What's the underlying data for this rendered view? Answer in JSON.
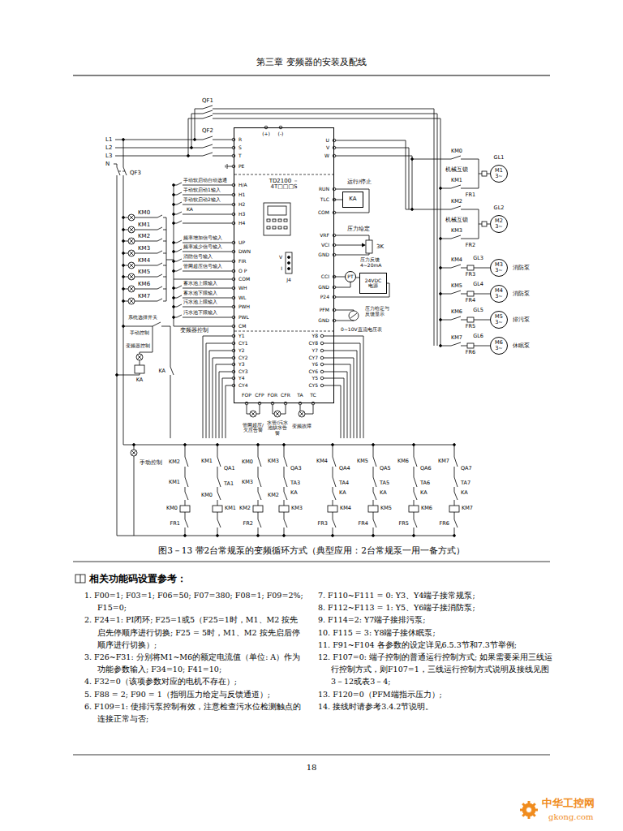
{
  "diagram": {
    "title": "第三章 变频器的安装及配线",
    "caption": "图3－13 带2台常规泵的变频循环方式（典型应用：2台常规泵一用一备方式）",
    "nodes": [
      {
        "text": [
          "TD2100 －4T□□□S"
        ]
      },
      {
        "text": [
          "KA"
        ]
      },
      {
        "text": [
          "PT"
        ]
      },
      {
        "text": [
          "24VDC 电源"
        ]
      },
      {
        "text": [
          "M1 3~"
        ]
      },
      {
        "text": [
          "M2 3~"
        ]
      },
      {
        "text": [
          "M3 3~"
        ]
      },
      {
        "text": [
          "M4 3~"
        ]
      },
      {
        "text": [
          "M5 3~"
        ]
      },
      {
        "text": [
          "M6 3~"
        ]
      }
    ],
    "edges": [
      {
        "from": 0,
        "to": 1,
        "arrow": "none"
      },
      {
        "from": 0,
        "to": 2,
        "arrow": "none"
      },
      {
        "from": 2,
        "to": 3,
        "arrow": "none"
      }
    ],
    "labels": [
      "QF1",
      "QF2",
      "L1",
      "L2",
      "L3",
      "N",
      "QF3",
      "(+)",
      "(-)",
      "R",
      "S",
      "T",
      "PE",
      "H/A",
      "H1",
      "H2",
      "H3",
      "H4",
      "UP",
      "DWN",
      "FIR",
      "O P",
      "COM",
      "WH",
      "WL",
      "PWH",
      "PWL",
      "CM",
      "U",
      "V",
      "W",
      "RUN",
      "TLC",
      "COM",
      "VRF",
      "VCI",
      "GND",
      "CCI",
      "GND",
      "P24",
      "PFM",
      "GND",
      "V",
      "I",
      "J4",
      "Y1",
      "CY1",
      "Y2",
      "CY2",
      "Y3",
      "CY3",
      "Y4",
      "CY4",
      "Y8",
      "CY8",
      "Y7",
      "CY7",
      "Y6",
      "CY6",
      "Y5",
      "CY5",
      "FOP",
      "CFP",
      "FOR",
      "CFR",
      "TA",
      "TC",
      "手动软启动自动选通",
      "手动软启动1输入",
      "手动软启动2输入",
      "KA",
      "频率增加信号输入",
      "频率减少信号输入",
      "消防信号输入",
      "管网超压信号输入",
      "蓄水池上限输入",
      "蓄水池下限输入",
      "污水池上限输入",
      "污水池下限输入",
      "KM0",
      "KM1",
      "KM2",
      "KM3",
      "KM4",
      "KM5",
      "KM6",
      "KM7",
      "系统选择开关",
      "手动控制",
      "变频器控制",
      "变频器控制",
      "KA",
      "KA",
      "运行/停止",
      "压力给定",
      "3K",
      "压力反馈 4~20mA",
      "压力给定与反馈显示",
      "0~10V直流电压表",
      "管网超压/欠压告警",
      "水管/污水池缺水告警",
      "变频故障",
      "KM0",
      "机械互锁",
      "KM1",
      "GL1",
      "FR1",
      "KM2",
      "机械互锁",
      "KM3",
      "GL2",
      "FR2",
      "KM4",
      "GL3",
      "FR3",
      "消防泵",
      "KM5",
      "GL4",
      "FR4",
      "消防泵",
      "KM6",
      "GL5",
      "FR5",
      "排污泵",
      "KM7",
      "GL6",
      "FR6",
      "休眠泵",
      "手动控制",
      "KM2",
      "KM1",
      "KM0",
      "FR1",
      "KM1",
      "QA1",
      "TA1",
      "KM0",
      "KM1",
      "KM0",
      "KM3",
      "KM2",
      "FR2",
      "KM3",
      "QA3",
      "TA3",
      "KA",
      "KM2",
      "KM3",
      "KM4",
      "QA4",
      "TA4",
      "KA",
      "KM4",
      "FR3",
      "KM5",
      "QA5",
      "TA5",
      "KA",
      "KM5",
      "FR4",
      "KM6",
      "QA6",
      "TA6",
      "KA",
      "KM6",
      "FR5",
      "KM7",
      "QA7",
      "TA7",
      "KA",
      "KM7",
      "FR6",
      "相关功能码设置参考：",
      "1. F00=1; F03=1; F06=50; F07=380; F08=1; F09=2%; F15=0;",
      "2. F24=1: PI闭环; F25=1或5（F25=1时，M1、M2 按先启先停顺序进行切换; F25 = 5时，M1、M2 按先启后停顺序进行切换）;",
      "3. F26~F31: 分别将M1~M6的额定电流值（单位: A）作为功能参数输入; F34=10; F41=10;",
      "4. F32=0（该项参数对应的电机不存在）;",
      "5. F88 = 2; F90 = 1（指明压力给定与反馈通道）;",
      "6. F109=1: 使排污泵控制有效，注意检查污水位检测触点的连接正常与否;",
      "7. F110~F111 = 0: Y3、Y4端子接常规泵;",
      "8. F112~F113 = 1: Y5、Y6端子接消防泵;",
      "9. F114=2: Y7端子接排污泵;",
      "10. F115 = 3: Y8端子接休眠泵;",
      "11. F91~F104 各参数的设定详见6.5.3节和7.3节举例;",
      "12. F107=0: 端子控制的普通运行控制方式; 如果需要采用三线运行控制方式，则F107=1，三线运行控制方式说明及接线见图3－12或表3－4;",
      "13. F120=0（PFM端指示压力）;",
      "14. 接线时请参考3.4.2节说明。",
      "18",
      "中华工控网",
      "gkong.com"
    ]
  }
}
